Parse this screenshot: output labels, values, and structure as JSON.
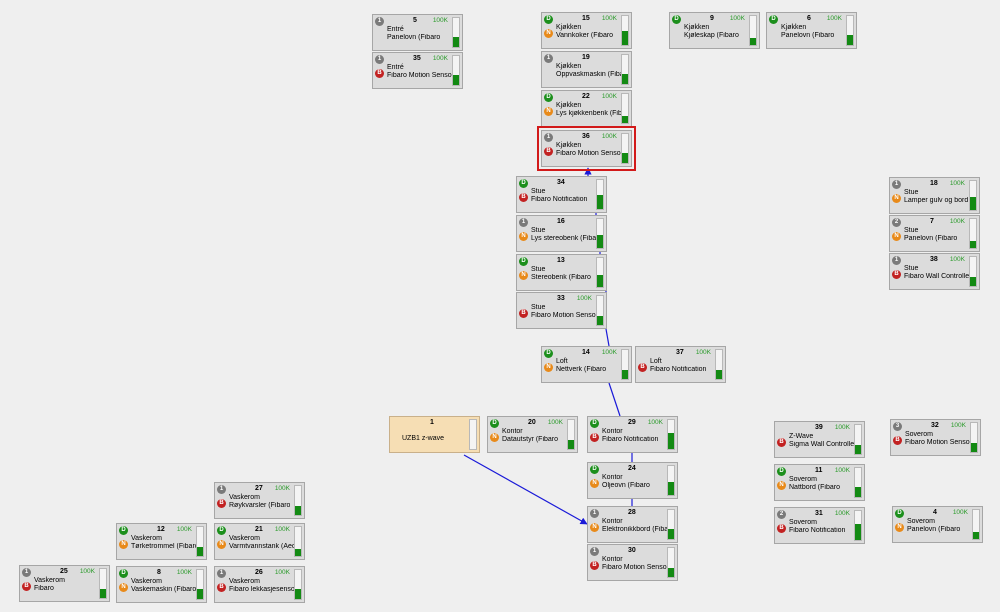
{
  "nodes": [
    {
      "id": "5",
      "room": "Entré",
      "device": "Panelovn (Fibaro",
      "rssi": "100K",
      "top": "1",
      "bottom": "",
      "level": 0.35
    },
    {
      "id": "35",
      "room": "Entré",
      "device": "Fibaro Motion Sensor",
      "rssi": "100K",
      "top": "1",
      "bottom": "B",
      "level": 0.35
    },
    {
      "id": "15",
      "room": "Kjøkken",
      "device": "Vannkoker (Fibaro",
      "rssi": "100K",
      "top": "D",
      "bottom": "N",
      "level": 0.5
    },
    {
      "id": "19",
      "room": "Kjøkken",
      "device": "Oppvaskmaskin (Fibaro",
      "rssi": "",
      "top": "1",
      "bottom": "",
      "level": 0.35
    },
    {
      "id": "22",
      "room": "Kjøkken",
      "device": "Lys kjøkkenbenk (Fibaro",
      "rssi": "100K",
      "top": "D",
      "bottom": "N",
      "level": 0.25
    },
    {
      "id": "36",
      "room": "Kjøkken",
      "device": "Fibaro Motion Sensor",
      "rssi": "100K",
      "top": "1",
      "bottom": "B",
      "level": 0.35,
      "selected": true
    },
    {
      "id": "9",
      "room": "Kjøkken",
      "device": "Kjøleskap (Fibaro",
      "rssi": "100K",
      "top": "D",
      "bottom": "",
      "level": 0.25
    },
    {
      "id": "6",
      "room": "Kjøkken",
      "device": "Panelovn (Fibaro",
      "rssi": "100K",
      "top": "D",
      "bottom": "",
      "level": 0.35
    },
    {
      "id": "34",
      "room": "Stue",
      "device": "Fibaro Notification",
      "rssi": "",
      "top": "D",
      "bottom": "B",
      "level": 0.5
    },
    {
      "id": "16",
      "room": "Stue",
      "device": "Lys stereobenk (Fibaro",
      "rssi": "",
      "top": "1",
      "bottom": "N",
      "level": 0.45
    },
    {
      "id": "13",
      "room": "Stue",
      "device": "Stereobenk (Fibaro",
      "rssi": "",
      "top": "D",
      "bottom": "N",
      "level": 0.4
    },
    {
      "id": "33",
      "room": "Stue",
      "device": "Fibaro Motion Sensor",
      "rssi": "100K",
      "top": "",
      "bottom": "B",
      "level": 0.3
    },
    {
      "id": "18",
      "room": "Stue",
      "device": "Lamper gulv og bord",
      "rssi": "100K",
      "top": "1",
      "bottom": "N",
      "level": 0.45
    },
    {
      "id": "7",
      "room": "Stue",
      "device": "Panelovn (Fibaro",
      "rssi": "100K",
      "top": "2",
      "bottom": "N",
      "level": 0.25
    },
    {
      "id": "38",
      "room": "Stue",
      "device": "Fibaro Wall Controller",
      "rssi": "100K",
      "top": "1",
      "bottom": "B",
      "level": 0.3
    },
    {
      "id": "14",
      "room": "Loft",
      "device": "Nettverk (Fibaro",
      "rssi": "100K",
      "top": "D",
      "bottom": "N",
      "level": 0.3
    },
    {
      "id": "37",
      "room": "Loft",
      "device": "Fibaro Notification",
      "rssi": "100K",
      "top": "",
      "bottom": "B",
      "level": 0.3
    },
    {
      "id": "1",
      "room": "",
      "device": "UZB1 z-wave",
      "rssi": "",
      "top": "",
      "bottom": "",
      "level": 0.0,
      "controller": true
    },
    {
      "id": "20",
      "room": "Kontor",
      "device": "Datautstyr (Fibaro",
      "rssi": "100K",
      "top": "D",
      "bottom": "N",
      "level": 0.3
    },
    {
      "id": "29",
      "room": "Kontor",
      "device": "Fibaro Notification",
      "rssi": "100K",
      "top": "D",
      "bottom": "B",
      "level": 0.55
    },
    {
      "id": "24",
      "room": "Kontor",
      "device": "Oljeovn (Fibaro",
      "rssi": "",
      "top": "D",
      "bottom": "N",
      "level": 0.45
    },
    {
      "id": "28",
      "room": "Kontor",
      "device": "Elektronikkbord (Fibaro",
      "rssi": "",
      "top": "1",
      "bottom": "N",
      "level": 0.35
    },
    {
      "id": "30",
      "room": "Kontor",
      "device": "Fibaro Motion Sensor",
      "rssi": "",
      "top": "1",
      "bottom": "B",
      "level": 0.3
    },
    {
      "id": "39",
      "room": "Z-Wave",
      "device": "Sigma Wall Controller",
      "rssi": "100K",
      "top": "",
      "bottom": "B",
      "level": 0.3
    },
    {
      "id": "11",
      "room": "Soverom",
      "device": "Nattbord (Fibaro",
      "rssi": "100K",
      "top": "D",
      "bottom": "N",
      "level": 0.35
    },
    {
      "id": "31",
      "room": "Soverom",
      "device": "Fibaro Notification",
      "rssi": "100K",
      "top": "2",
      "bottom": "B",
      "level": 0.55
    },
    {
      "id": "32",
      "room": "Soverom",
      "device": "Fibaro Motion Sensor",
      "rssi": "100K",
      "top": "3",
      "bottom": "B",
      "level": 0.3
    },
    {
      "id": "4",
      "room": "Soverom",
      "device": "Panelovn (Fibaro",
      "rssi": "100K",
      "top": "D",
      "bottom": "N",
      "level": 0.25
    },
    {
      "id": "27",
      "room": "Vaskerom",
      "device": "Røykvarsler (Fibaro",
      "rssi": "100K",
      "top": "1",
      "bottom": "B",
      "level": 0.3
    },
    {
      "id": "12",
      "room": "Vaskerom",
      "device": "Tørketrommel (Fibaro",
      "rssi": "100K",
      "top": "D",
      "bottom": "N",
      "level": 0.3
    },
    {
      "id": "21",
      "room": "Vaskerom",
      "device": "Varmtvannstank (Aeotec",
      "rssi": "100K",
      "top": "D",
      "bottom": "N",
      "level": 0.25
    },
    {
      "id": "25",
      "room": "Vaskerom",
      "device": "Fibaro",
      "rssi": "100K",
      "top": "1",
      "bottom": "B",
      "level": 0.3
    },
    {
      "id": "8",
      "room": "Vaskerom",
      "device": "Vaskemaskin (Fibaro",
      "rssi": "100K",
      "top": "D",
      "bottom": "N",
      "level": 0.35
    },
    {
      "id": "26",
      "room": "Vaskerom",
      "device": "Fibaro lekkasjesensor",
      "rssi": "100K",
      "top": "1",
      "bottom": "B",
      "level": 0.35
    }
  ],
  "links": [
    [
      "1",
      "28"
    ],
    [
      "28",
      "24"
    ],
    [
      "24",
      "29"
    ],
    [
      "29",
      "14"
    ],
    [
      "14",
      "33"
    ],
    [
      "33",
      "13"
    ],
    [
      "13",
      "16"
    ],
    [
      "16",
      "34"
    ],
    [
      "34",
      "36"
    ]
  ],
  "colors": {
    "link": "#1a1ad8",
    "selected": "#d21a1a",
    "rssi": "#2a9a2a",
    "bar_fill": "#138a13"
  }
}
